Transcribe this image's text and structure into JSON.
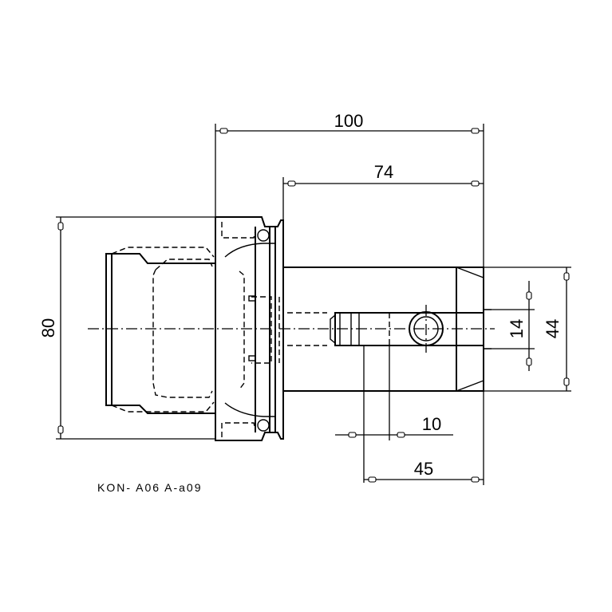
{
  "dimensions": {
    "overall_length": "100",
    "projection_length": "74",
    "flange_diameter": "80",
    "body_height": "44",
    "slot_width": "14",
    "pin_offset": "10",
    "pin_to_end": "45"
  },
  "part_note": "KON-  A06 A-a09"
}
